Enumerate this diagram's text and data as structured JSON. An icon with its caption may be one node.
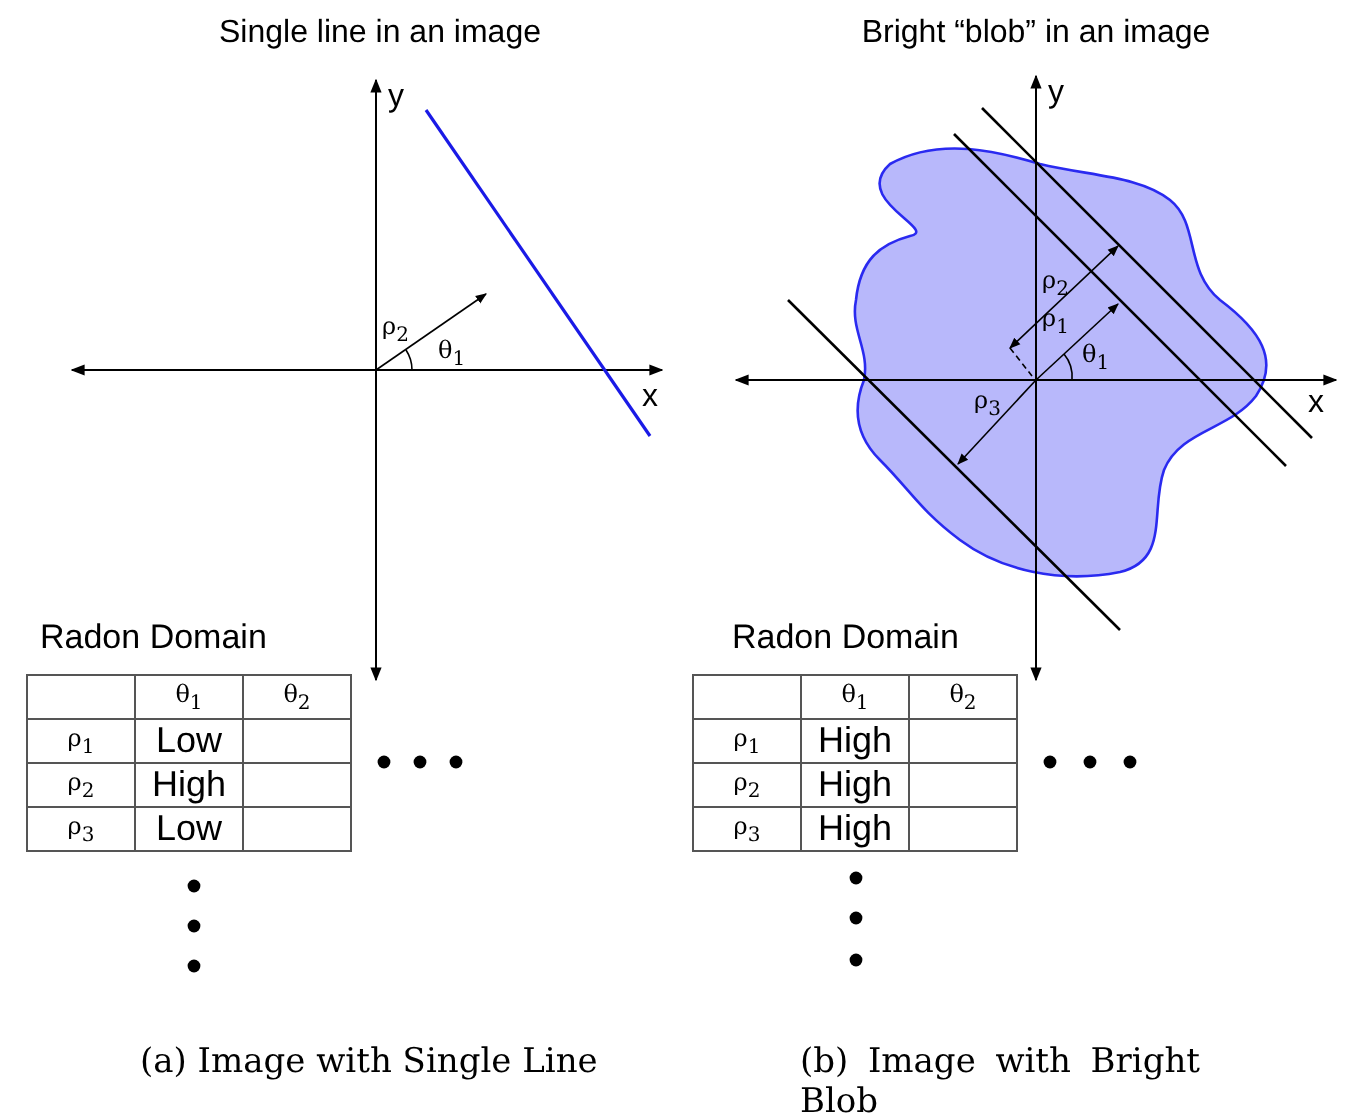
{
  "diagram": {
    "labels": [
      "Single line in an image",
      "Bright “blob” in an image",
      "y",
      "y",
      "ρ$_{2}$",
      "ρ$_{2}$",
      "ρ$_{1}$",
      "θ$_{1}$",
      "θ$_{1}$",
      "x",
      "ρ$_{3}$",
      "x",
      "Radon Domain",
      "Radon Domain",
      "θ$_{1}$",
      "θ$_{2}$",
      "ρ$_{1}$",
      "Low",
      "ρ$_{2}$",
      "High",
      "ρ$_{3}$",
      "Low",
      "θ$_{1}$",
      "θ$_{2}$",
      "ρ$_{1}$",
      "High",
      "ρ$_{2}$",
      "High",
      "ρ$_{3}$",
      "High",
      "(a) Image with Single Line",
      "(b) Image with Bright Blob"
    ]
  }
}
